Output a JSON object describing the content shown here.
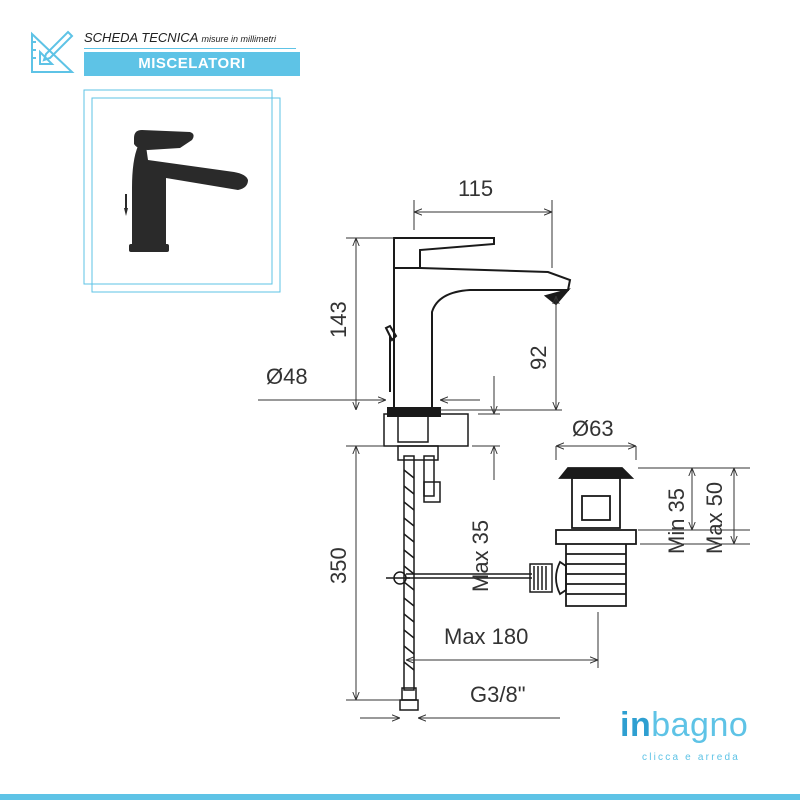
{
  "header": {
    "title": "SCHEDA TECNICA",
    "subtitle": "misure in millimetri",
    "category": "MISCELATORI",
    "icon": "ruler-pencil-icon"
  },
  "drawing": {
    "width_spout": "115",
    "height_total": "143",
    "height_spout": "92",
    "base_diameter": "Ø48",
    "drain_diameter": "Ø63",
    "drain_min": "Min 35",
    "drain_max": "Max 50",
    "shank_max": "Max 35",
    "hose_length": "350",
    "rod_max": "Max 180",
    "thread": "G3/8\""
  },
  "brand": {
    "prefix": "in",
    "name": "bagno",
    "tagline": "clicca e arreda"
  },
  "colors": {
    "accent": "#5ec3e6",
    "line": "#1a1a1a",
    "dimension": "#333333"
  }
}
